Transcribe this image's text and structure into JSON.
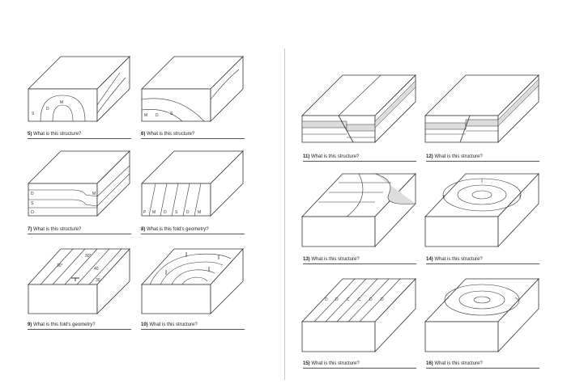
{
  "questions": [
    {
      "num": "5)",
      "text": "What is this structure?"
    },
    {
      "num": "6)",
      "text": "What is this structure?"
    },
    {
      "num": "7)",
      "text": "What is this structure?"
    },
    {
      "num": "8)",
      "text": "What is this fold's geometry?"
    },
    {
      "num": "9)",
      "text": "What is this fold's geometry?"
    },
    {
      "num": "10)",
      "text": "What is this structure?"
    },
    {
      "num": "11)",
      "text": "What is this structure?"
    },
    {
      "num": "12)",
      "text": "What is this structure?"
    },
    {
      "num": "13)",
      "text": "What is this structure?"
    },
    {
      "num": "14)",
      "text": "What is this structure?"
    },
    {
      "num": "15)",
      "text": "What is this structure?"
    },
    {
      "num": "16)",
      "text": "What is this structure?"
    }
  ],
  "block_labels": {
    "b5": [
      "S",
      "D",
      "M"
    ],
    "b6": [
      "M",
      "D",
      "S"
    ],
    "b7": [
      "D",
      "M",
      "S",
      "O"
    ],
    "b8": [
      "P",
      "M",
      "D",
      "S",
      "D",
      "M"
    ],
    "b9": [
      "30°",
      "30°",
      "40",
      "30"
    ],
    "b15": [
      "D",
      "D",
      "C",
      "C",
      "D",
      "D"
    ]
  }
}
